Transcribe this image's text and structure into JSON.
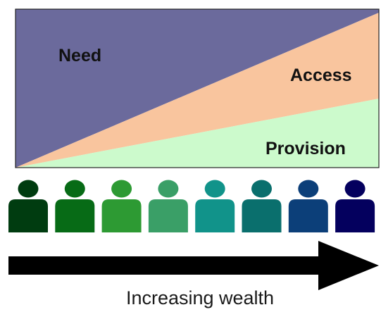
{
  "regions": {
    "need": {
      "label": "Need",
      "color": "#6B6A9C"
    },
    "access": {
      "label": "Access",
      "color": "#F9C59E"
    },
    "provision": {
      "label": "Provision",
      "color": "#CCFACC"
    }
  },
  "people": [
    {
      "name": "person-1",
      "color": "#003C10"
    },
    {
      "name": "person-2",
      "color": "#076B16"
    },
    {
      "name": "person-3",
      "color": "#2D9A33"
    },
    {
      "name": "person-4",
      "color": "#3A9F67"
    },
    {
      "name": "person-5",
      "color": "#11938A"
    },
    {
      "name": "person-6",
      "color": "#0A6F6D"
    },
    {
      "name": "person-7",
      "color": "#0C3F79"
    },
    {
      "name": "person-8",
      "color": "#04005E"
    }
  ],
  "arrow": {
    "color": "#000000"
  },
  "caption": "Increasing wealth"
}
